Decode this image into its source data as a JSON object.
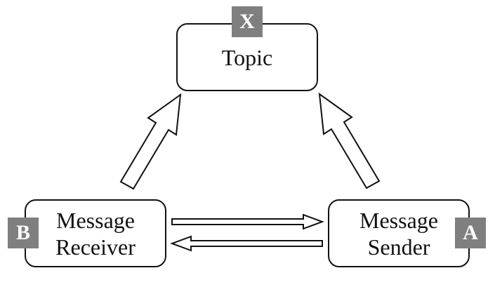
{
  "nodes": {
    "topic": {
      "label": "Topic",
      "badge": "X"
    },
    "receiver": {
      "line1": "Message",
      "line2": "Receiver",
      "badge": "B"
    },
    "sender": {
      "line1": "Message",
      "line2": "Sender",
      "badge": "A"
    }
  },
  "edges": [
    {
      "from": "receiver",
      "to": "topic",
      "style": "hollow-arrow"
    },
    {
      "from": "sender",
      "to": "topic",
      "style": "hollow-arrow"
    },
    {
      "from": "receiver",
      "to": "sender",
      "style": "hollow-arrow"
    },
    {
      "from": "sender",
      "to": "receiver",
      "style": "hollow-arrow"
    }
  ],
  "colors": {
    "stroke": "#111111",
    "badge_fill": "#7f7f7f",
    "badge_text": "#ffffff"
  }
}
